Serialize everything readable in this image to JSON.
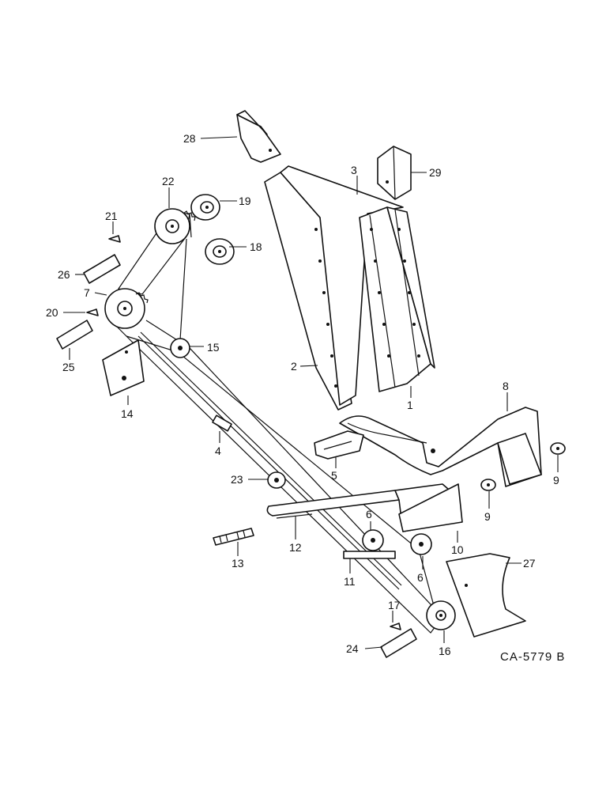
{
  "diagram": {
    "drawing_code": "CA-5779 B",
    "callouts": [
      "1",
      "2",
      "3",
      "4",
      "5",
      "6",
      "6",
      "7",
      "8",
      "9",
      "9",
      "10",
      "11",
      "12",
      "13",
      "14",
      "15",
      "16",
      "17",
      "18",
      "19",
      "20",
      "21",
      "22",
      "23",
      "24",
      "25",
      "26",
      "27",
      "28",
      "29"
    ]
  }
}
